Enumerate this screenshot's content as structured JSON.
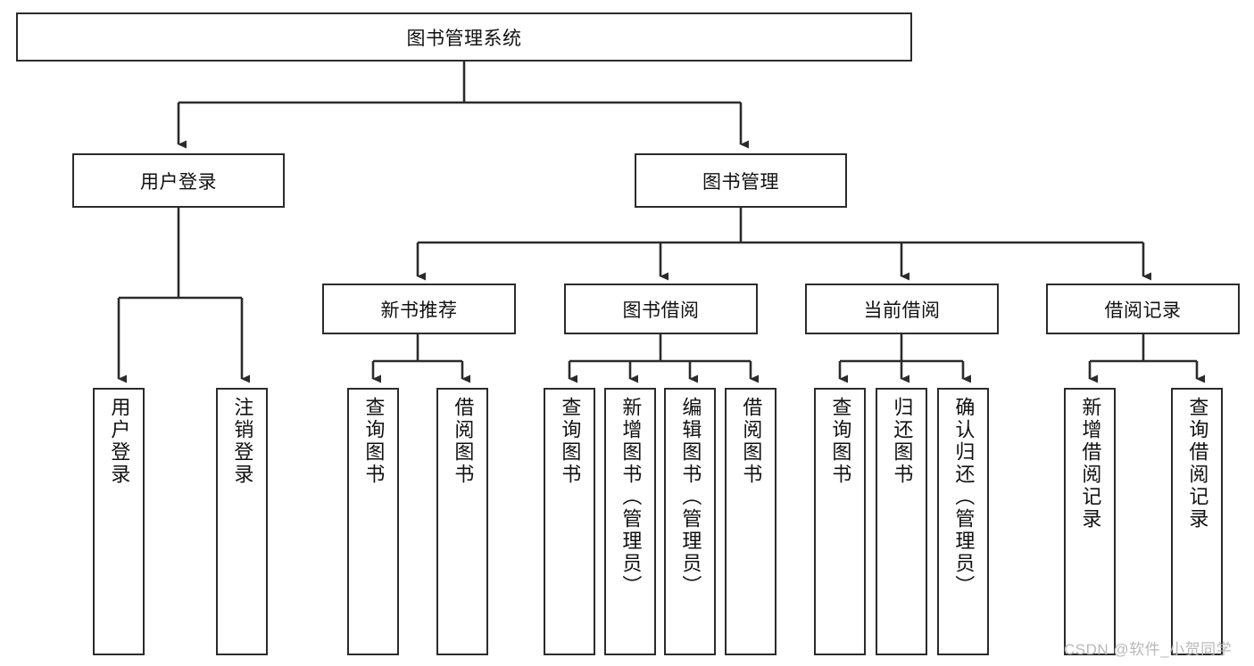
{
  "diagram": {
    "type": "tree-hierarchy",
    "title": "图书管理系统",
    "colors": {
      "background": "#ffffff",
      "box_fill": "#ffffff",
      "box_stroke": "#2b2b2b",
      "edge_stroke": "#2b2b2b",
      "text": "#111111",
      "watermark": "#b9b9b9"
    },
    "levels": {
      "root": {
        "label": "图书管理系统",
        "orientation": "horizontal"
      },
      "level1": [
        {
          "label": "用户登录",
          "orientation": "horizontal"
        },
        {
          "label": "图书管理",
          "orientation": "horizontal"
        }
      ],
      "level2": [
        {
          "label": "新书推荐",
          "orientation": "horizontal"
        },
        {
          "label": "图书借阅",
          "orientation": "horizontal"
        },
        {
          "label": "当前借阅",
          "orientation": "horizontal"
        },
        {
          "label": "借阅记录",
          "orientation": "horizontal"
        }
      ],
      "leaves": [
        {
          "label": "用户登录",
          "orientation": "vertical",
          "parent": "用户登录"
        },
        {
          "label": "注销登录",
          "orientation": "vertical",
          "parent": "用户登录"
        },
        {
          "label": "查询图书",
          "orientation": "vertical",
          "parent": "新书推荐"
        },
        {
          "label": "借阅图书",
          "orientation": "vertical",
          "parent": "新书推荐"
        },
        {
          "label": "查询图书",
          "orientation": "vertical",
          "parent": "图书借阅"
        },
        {
          "label": "新增图书（管理员）",
          "orientation": "vertical",
          "parent": "图书借阅"
        },
        {
          "label": "编辑图书（管理员）",
          "orientation": "vertical",
          "parent": "图书借阅"
        },
        {
          "label": "借阅图书",
          "orientation": "vertical",
          "parent": "图书借阅"
        },
        {
          "label": "查询图书",
          "orientation": "vertical",
          "parent": "当前借阅"
        },
        {
          "label": "归还图书",
          "orientation": "vertical",
          "parent": "当前借阅"
        },
        {
          "label": "确认归还（管理员）",
          "orientation": "vertical",
          "parent": "当前借阅"
        },
        {
          "label": "新增借阅记录",
          "orientation": "vertical",
          "parent": "借阅记录"
        },
        {
          "label": "查询借阅记录",
          "orientation": "vertical",
          "parent": "借阅记录"
        }
      ]
    }
  },
  "watermark": {
    "text": "CSDN @软件_小贺同学"
  }
}
